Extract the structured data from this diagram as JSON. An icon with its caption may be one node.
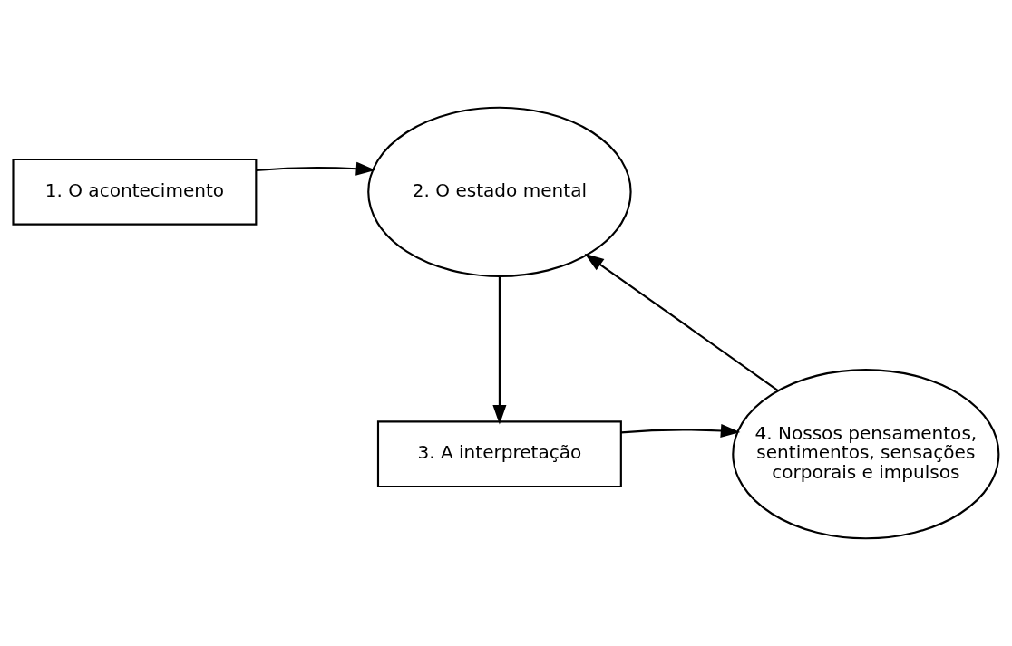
{
  "diagram": {
    "nodes": [
      {
        "text": [
          "1. O acontecimento"
        ]
      },
      {
        "text": [
          "2. O estado mental"
        ]
      },
      {
        "text": [
          "3. A interpretação"
        ]
      },
      {
        "text": [
          "4. Nossos pensamentos, sentimentos, sensações corporais e impulsos"
        ]
      }
    ],
    "edges": [
      {
        "from": 0,
        "to": 1,
        "arrow": "to"
      },
      {
        "from": 1,
        "to": 2,
        "arrow": "to"
      },
      {
        "from": 2,
        "to": 3,
        "arrow": "to"
      },
      {
        "from": 3,
        "to": 1,
        "arrow": "to"
      }
    ]
  }
}
